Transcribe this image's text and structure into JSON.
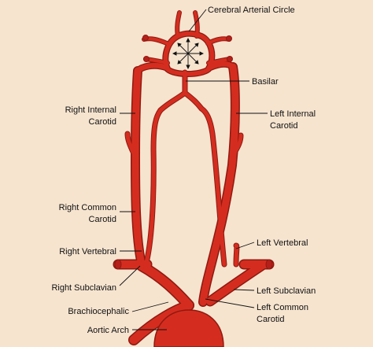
{
  "diagram": {
    "background": "#f6e4cf",
    "vessel_color": "#d42d1f",
    "vessel_edge_color": "#8f1910",
    "labels": {
      "cerebral_arterial_circle": "Cerebral Arterial Circle",
      "basilar": "Basilar",
      "right_internal_carotid": [
        "Right Internal",
        "Carotid"
      ],
      "left_internal_carotid": [
        "Left Internal",
        "Carotid"
      ],
      "right_common_carotid": [
        "Right Common",
        "Carotid"
      ],
      "right_vertebral": "Right Vertebral",
      "left_vertebral": "Left Vertebral",
      "right_subclavian": "Right Subclavian",
      "left_subclavian": "Left Subclavian",
      "brachiocephalic": "Brachiocephalic",
      "left_common_carotid": [
        "Left Common",
        "Carotid"
      ],
      "aortic_arch": "Aortic Arch"
    }
  }
}
